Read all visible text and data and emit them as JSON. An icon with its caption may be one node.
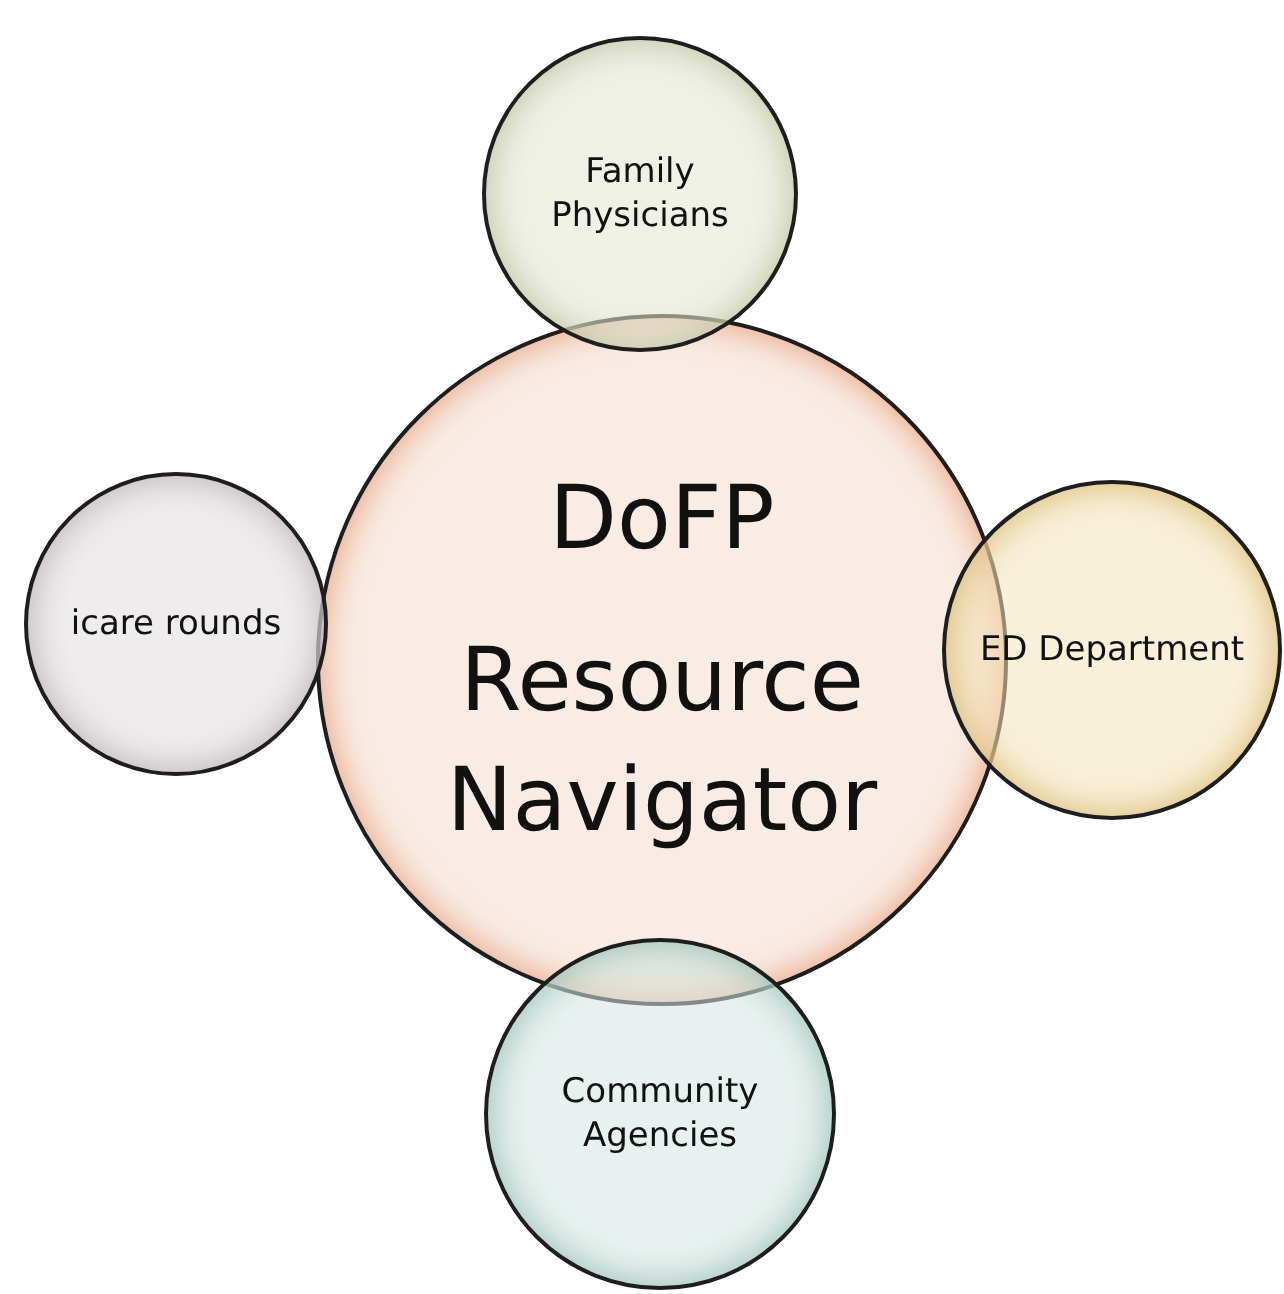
{
  "diagram": {
    "nodes": [
      {
        "text": [
          "Family Physicians"
        ]
      },
      {
        "text": [
          "DoFP",
          "Resource Navigator"
        ]
      },
      {
        "text": [
          "icare rounds"
        ]
      },
      {
        "text": [
          "ED Department"
        ]
      },
      {
        "text": [
          "Community Agencies"
        ]
      }
    ]
  }
}
